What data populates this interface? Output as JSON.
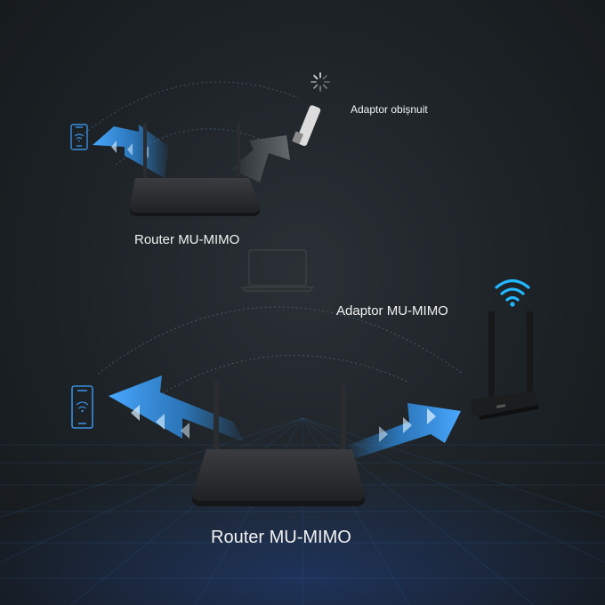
{
  "labels": {
    "top_router": "Router MU-MIMO",
    "regular_adapter": "Adaptor obișnuit",
    "mu_adapter": "Adaptor MU-MIMO",
    "bottom_router": "Router MU-MIMO"
  },
  "icons": {
    "top_phone": "smartphone-wifi-icon",
    "regular_adapter_status": "loading-spinner-icon",
    "regular_adapter": "usb-wifi-adapter-icon",
    "laptop": "laptop-icon",
    "bottom_phone": "smartphone-wifi-icon",
    "mu_adapter_wifi": "wifi-signal-icon",
    "mu_adapter": "usb-wifi-adapter-dual-antenna-icon"
  },
  "colors": {
    "beam_blue": "#2f8fe6",
    "beam_gray": "#6b7074",
    "accent_cyan": "#22b8ff",
    "router_body": "#2b2d30",
    "background": "#1c2226"
  }
}
